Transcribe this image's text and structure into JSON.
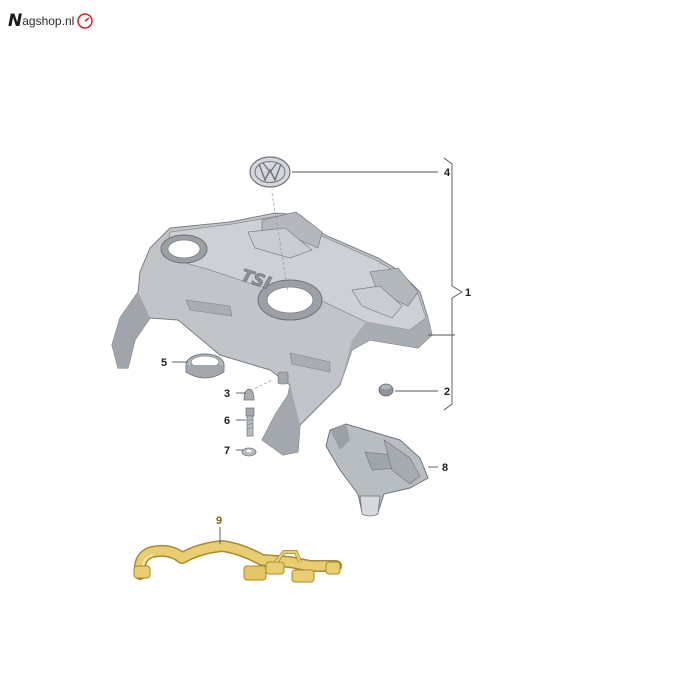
{
  "logo": {
    "brand": "N",
    "text": "agshop.nl"
  },
  "callouts": [
    {
      "num": "1"
    },
    {
      "num": "2"
    },
    {
      "num": "3"
    },
    {
      "num": "4"
    },
    {
      "num": "5"
    },
    {
      "num": "6"
    },
    {
      "num": "7"
    },
    {
      "num": "8"
    },
    {
      "num": "9"
    }
  ],
  "cover_emblem": "TSI",
  "colors": {
    "part": "#b9bec4",
    "part_dark": "#8e949b",
    "hose": "#e8cd73",
    "hose_dark": "#a98a2c",
    "line": "#6b6f74"
  }
}
